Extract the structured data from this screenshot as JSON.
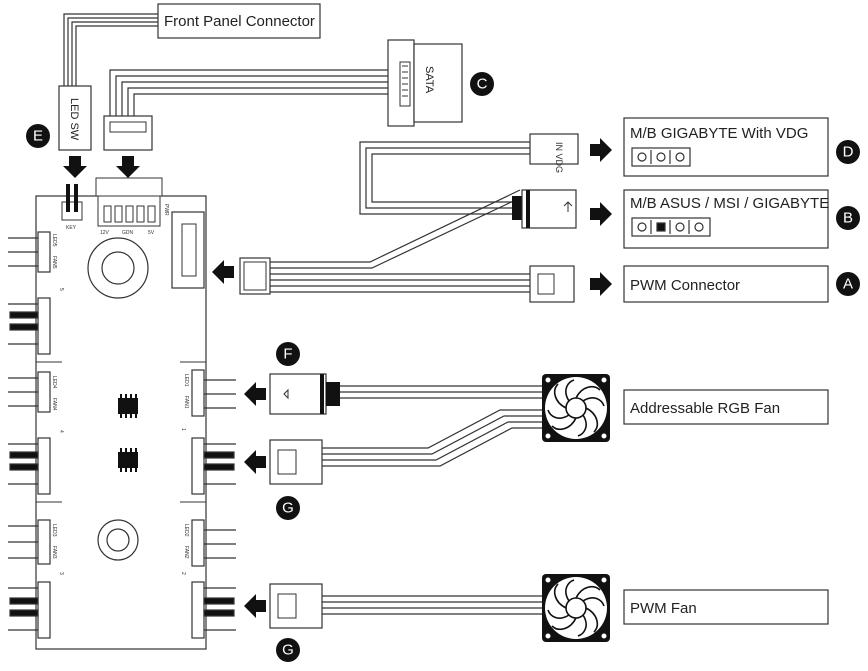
{
  "labels": {
    "front_panel": "Front Panel Connector",
    "led_sw": "LED SW",
    "sata": "SATA",
    "in_vdg": "IN VDG",
    "gigabyte_vdg": "M/B GIGABYTE With VDG",
    "asus_msi_gigabyte": "M/B ASUS / MSI / GIGABYTE",
    "pwm_connector": "PWM Connector",
    "argb_fan": "Addressable RGB Fan",
    "pwm_fan": "PWM Fan"
  },
  "badges": {
    "a": "A",
    "b": "B",
    "c": "C",
    "d": "D",
    "e": "E",
    "f": "F",
    "g": "G"
  },
  "board": {
    "key": "KEY",
    "pwr": "PWR",
    "pins": [
      "12V",
      "GDN",
      "5V"
    ],
    "port_labels": {
      "led5": "LED5",
      "fan5": "FAN5",
      "n5": "5",
      "led4": "LED4",
      "fan4": "FAN4",
      "n4": "4",
      "led3": "LED3",
      "fan3": "FAN3",
      "n3": "3",
      "led1": "LED1",
      "fan1": "FAN1",
      "n1": "1",
      "led2": "LED2",
      "fan2": "FAN2",
      "n2": "2"
    }
  }
}
